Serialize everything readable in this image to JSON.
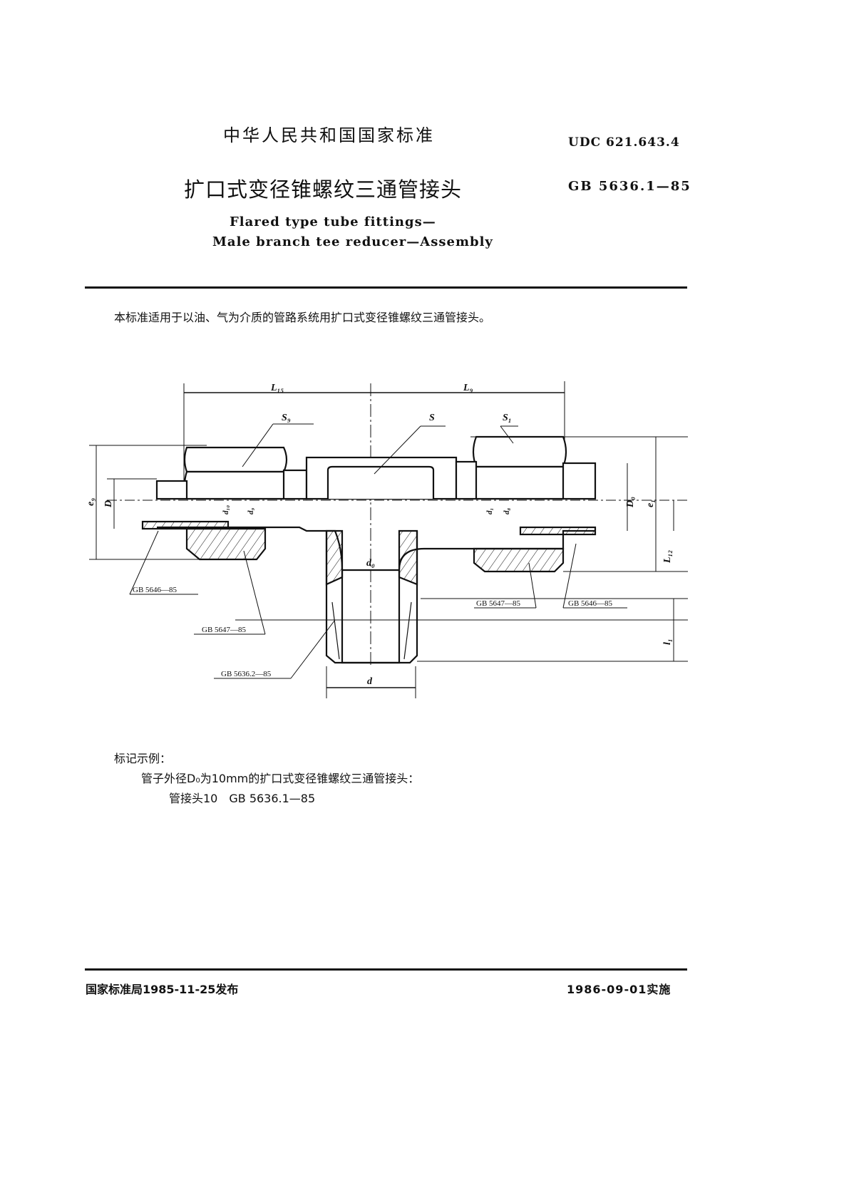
{
  "header": {
    "national_standard": "中华人民共和国国家标准",
    "udc": "UDC 621.643.4",
    "title_cn": "扩口式变径锥螺纹三通管接头",
    "standard_no": "GB 5636.1—85",
    "title_en_line1": "Flared type tube fittings—",
    "title_en_line2": "Male branch tee reducer—Assembly"
  },
  "scope": "本标准适用于以油、气为介质的管路系统用扩口式变径锥螺纹三通管接头。",
  "drawing": {
    "dims": {
      "L15": "L₁₅",
      "L9": "L₉",
      "S9": "S₉",
      "S": "S",
      "S1": "S₁",
      "e9": "e₉",
      "D": "D",
      "d10": "d₁₀",
      "d9": "d₉",
      "d1": "d₁",
      "d8": "d₈",
      "D0": "D₀",
      "e1": "e₁",
      "L12": "L₁₂",
      "d0": "d₀",
      "l1": "l₁",
      "d": "d"
    },
    "refs": {
      "left_5646": "GB 5646—85",
      "left_5647": "GB 5647—85",
      "stem_5636": "GB 5636.2—85",
      "right_5647": "GB 5647—85",
      "right_5646": "GB 5646—85"
    }
  },
  "marking": {
    "heading": "标记示例：",
    "line1": "管子外径D₀为10mm的扩口式变径锥螺纹三通管接头：",
    "line2": "管接头10　GB 5636.1—85"
  },
  "footer": {
    "issued": "国家标准局1985-11-25发布",
    "effective": "1986-09-01实施"
  }
}
